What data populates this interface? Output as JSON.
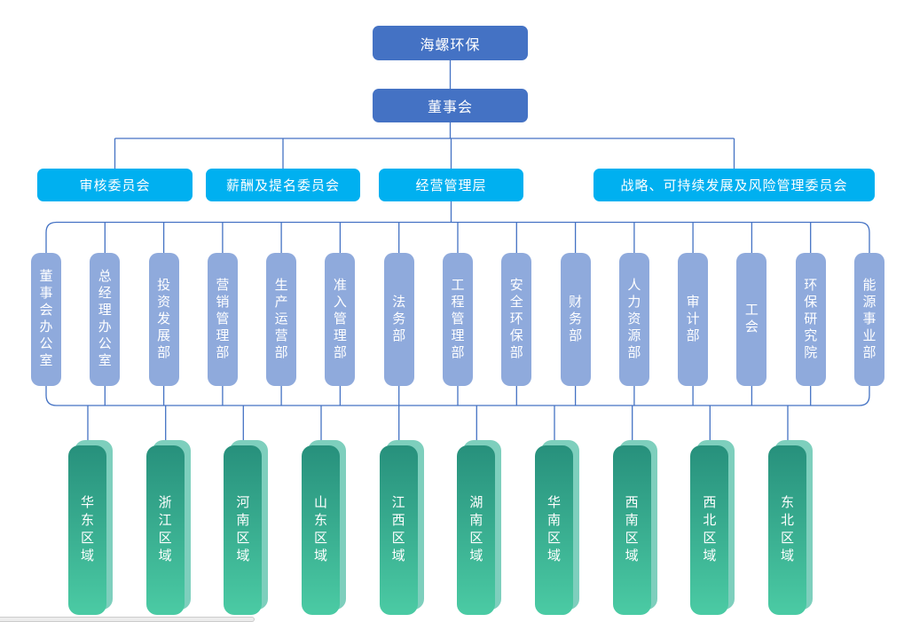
{
  "org_chart": {
    "root": {
      "label": "海螺环保"
    },
    "board": {
      "label": "董事会"
    },
    "committees": [
      {
        "label": "审核委员会"
      },
      {
        "label": "薪酬及提名委员会"
      },
      {
        "label": "经营管理层"
      },
      {
        "label": "战略、可持续发展及风险管理委员会"
      }
    ],
    "departments": [
      {
        "label": "董事会办公室"
      },
      {
        "label": "总经理办公室"
      },
      {
        "label": "投资发展部"
      },
      {
        "label": "营销管理部"
      },
      {
        "label": "生产运营部"
      },
      {
        "label": "准入管理部"
      },
      {
        "label": "法务部"
      },
      {
        "label": "工程管理部"
      },
      {
        "label": "安全环保部"
      },
      {
        "label": "财务部"
      },
      {
        "label": "人力资源部"
      },
      {
        "label": "审计部"
      },
      {
        "label": "工会"
      },
      {
        "label": "环保研究院"
      },
      {
        "label": "能源事业部"
      }
    ],
    "regions": [
      {
        "label": "华东区域"
      },
      {
        "label": "浙江区域"
      },
      {
        "label": "河南区域"
      },
      {
        "label": "山东区域"
      },
      {
        "label": "江西区域"
      },
      {
        "label": "湖南区域"
      },
      {
        "label": "华南区域"
      },
      {
        "label": "西南区域"
      },
      {
        "label": "西北区域"
      },
      {
        "label": "东北区域"
      }
    ]
  },
  "colors": {
    "node_blue": "#4472C4",
    "node_cyan": "#00B0F0",
    "node_periwinkle": "#8FAADC",
    "region_gradient_top": "#27907C",
    "region_gradient_bottom": "#4BCBA4",
    "region_back": "#7ECFBD",
    "connector": "#4472C4"
  }
}
